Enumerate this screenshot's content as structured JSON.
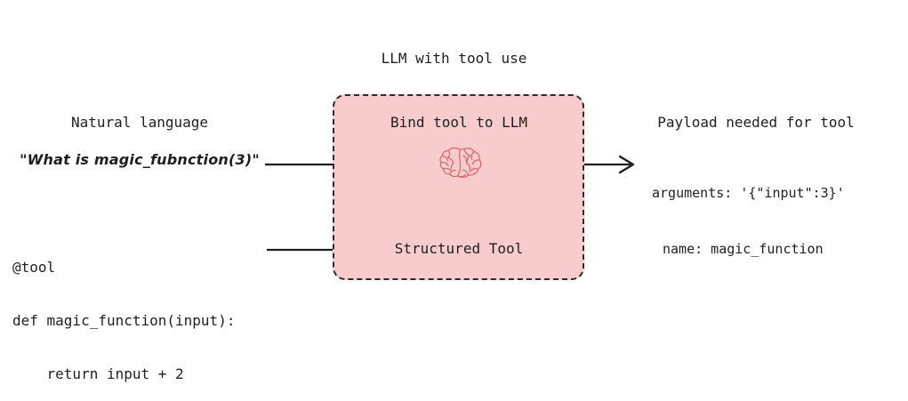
{
  "diagram": {
    "title": "LLM with tool use",
    "colors": {
      "box_fill": "#f8cccc",
      "box_border": "#2b2b2b",
      "brain_stroke": "#d9676b",
      "arrow": "#1f1f1f",
      "text": "#1f1f1f",
      "background": "#ffffff"
    }
  },
  "left": {
    "heading": "Natural language",
    "query": "\"What is magic_fubnction(3)\"",
    "code": {
      "line_1": "@tool",
      "line_2": "def magic_function(input):",
      "line_3": "    return input + 2"
    }
  },
  "box": {
    "heading": "Bind tool to LLM",
    "icon": "brain-icon",
    "structured_tool_label": "Structured Tool"
  },
  "right": {
    "heading": "Payload needed for tool",
    "payload": {
      "line_1": "arguments: '{\"input\":3}'",
      "line_2": "name: magic_function"
    }
  },
  "arrows": {
    "query_to_llm": "arrow-query-to-llm",
    "llm_to_payload": "arrow-llm-to-payload",
    "code_to_structured_tool": "arrow-code-to-structured-tool",
    "structured_tool_to_llm": "arrow-structured-tool-to-llm"
  }
}
